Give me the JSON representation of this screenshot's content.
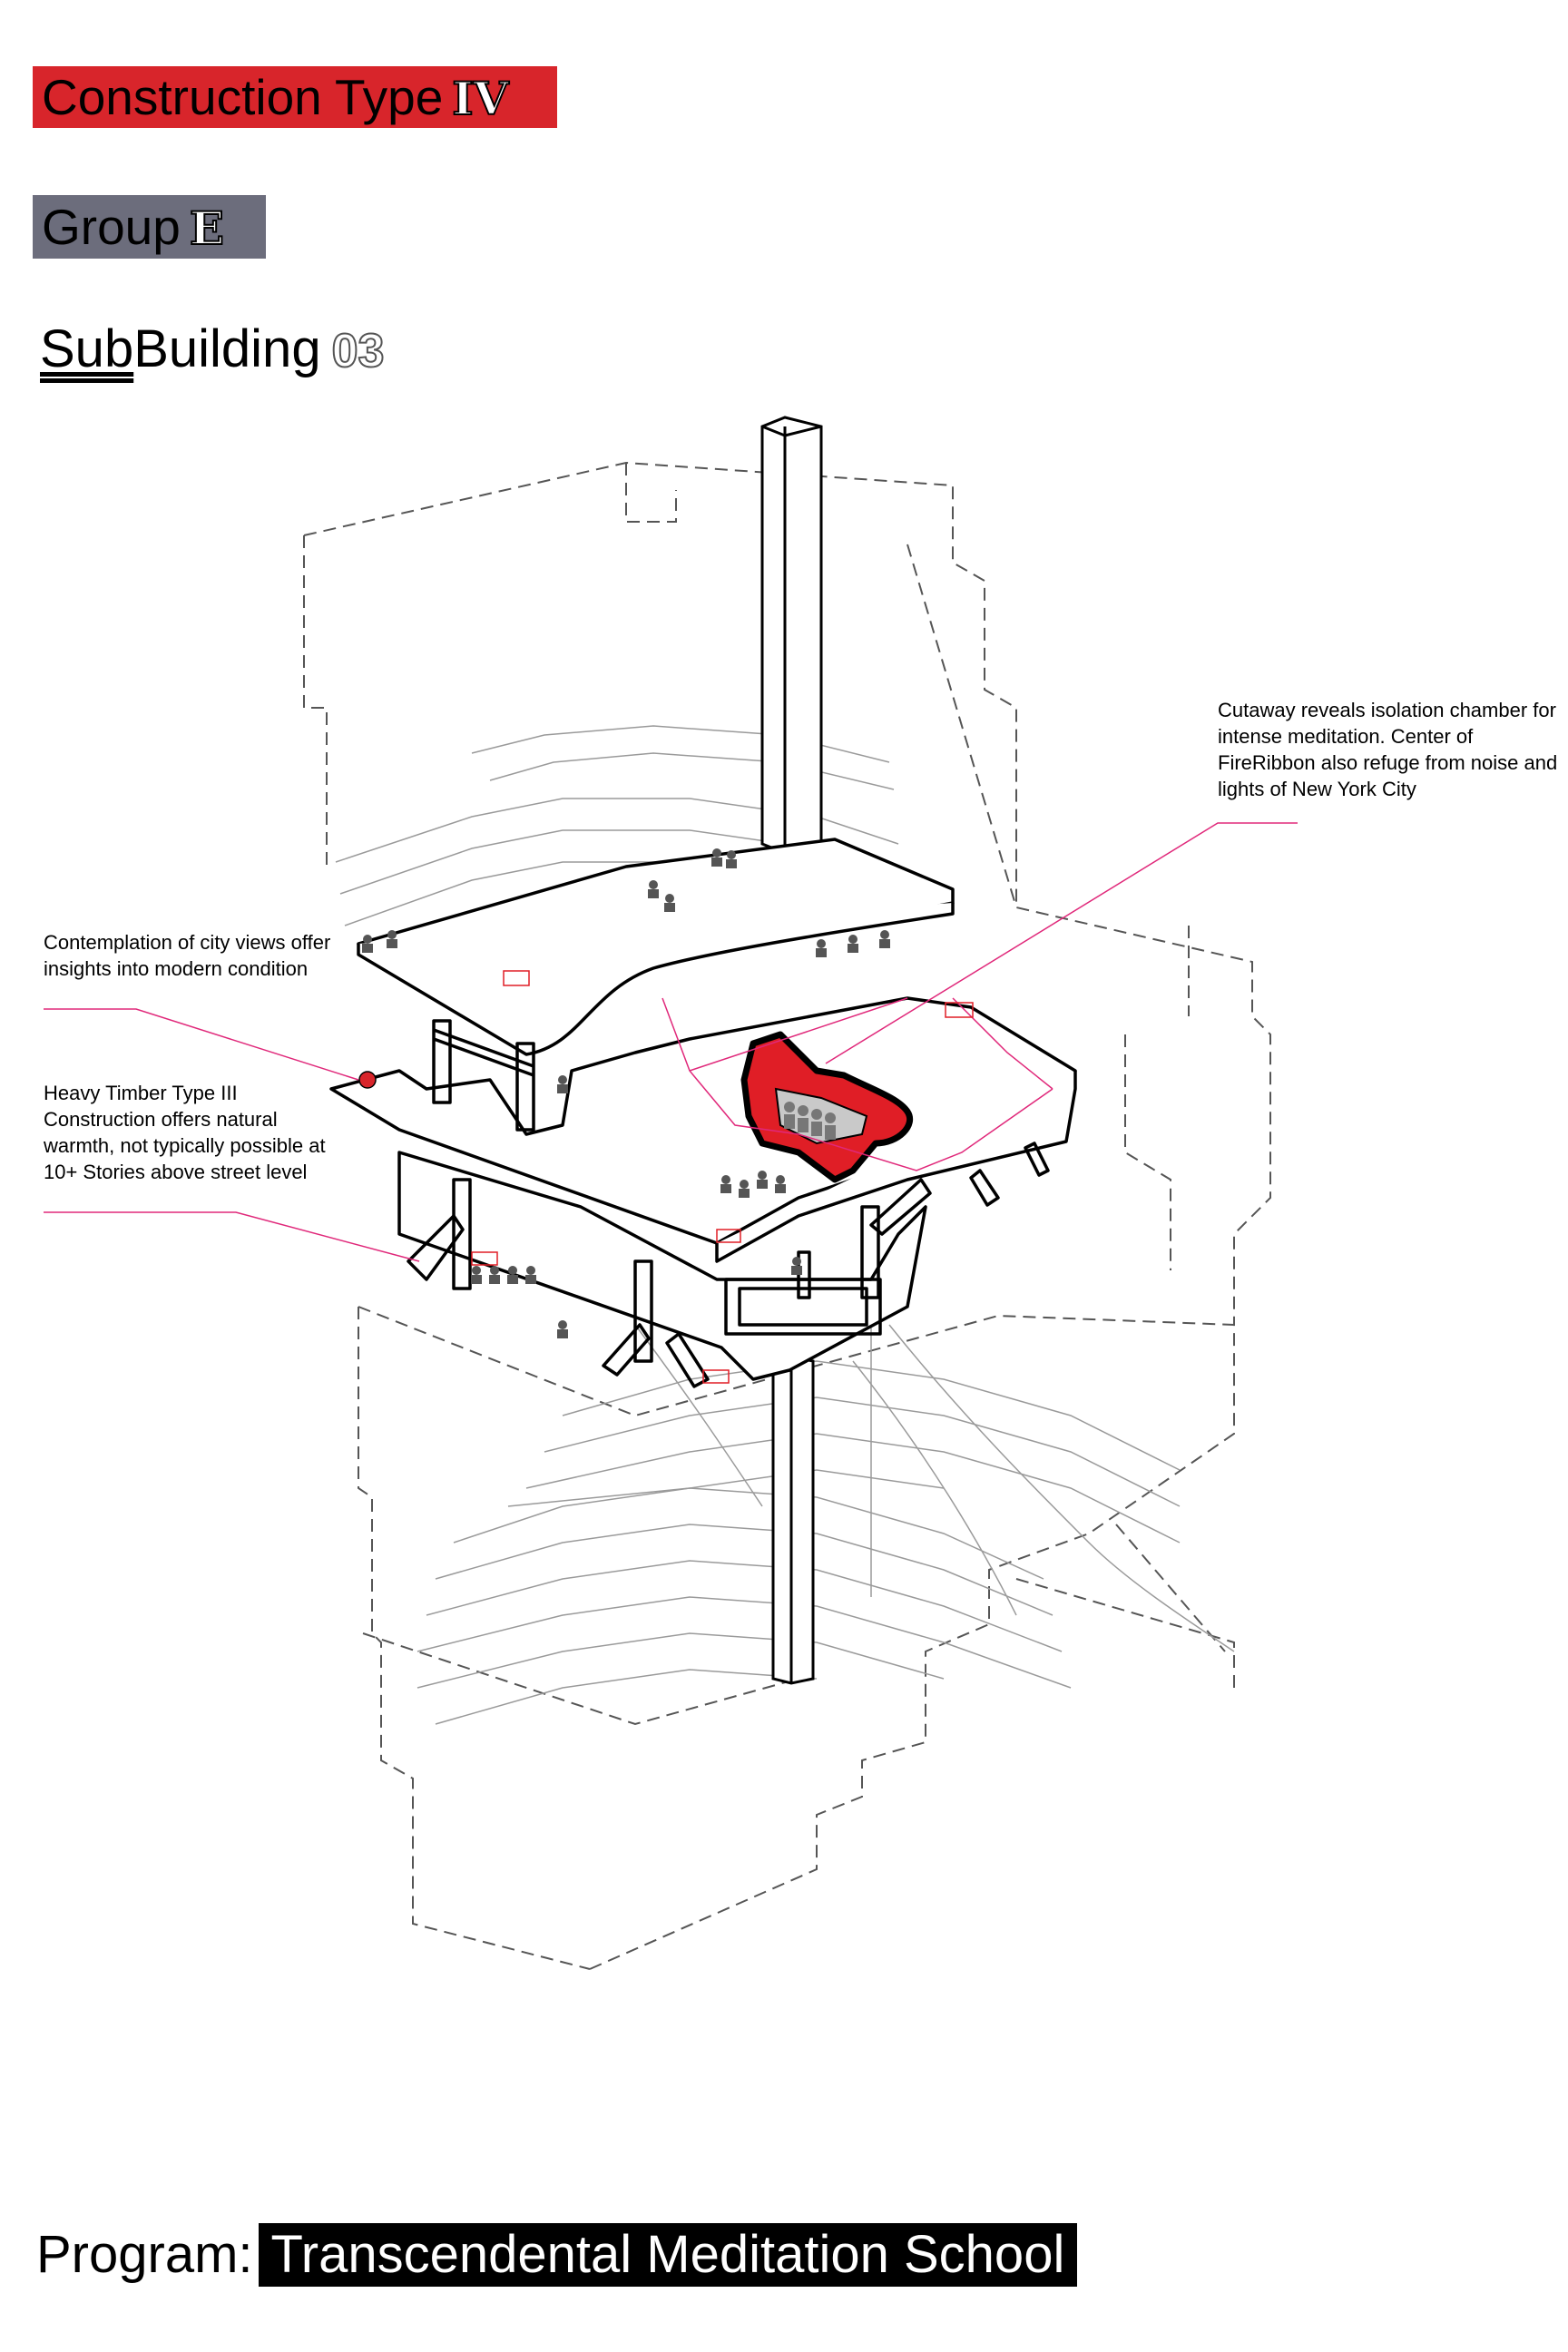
{
  "header": {
    "construction_label": "Construction Type",
    "construction_value": "IV",
    "group_label": "Group",
    "group_value": "E",
    "subbuilding_prefix": "Sub",
    "subbuilding_label": "Building",
    "subbuilding_number": "03"
  },
  "annotations": {
    "city_views": "Contemplation of city views offer insights into modern condition",
    "heavy_timber": "Heavy Timber Type III Construction offers natural warmth, not typically possible at 10+ Stories above street level",
    "cutaway": "Cutaway reveals isolation chamber for intense meditation. Center of FireRibbon also refuge from noise and lights of New York City"
  },
  "program": {
    "label": "Program:",
    "value": "Transcendental Meditation School"
  },
  "colors": {
    "title_red": "#d8252b",
    "group_gray": "#6c6d7c",
    "leader_magenta": "#e0287a",
    "chamber_red": "#e01e26"
  },
  "icons": {
    "diagram": "axonometric-building-drawing"
  }
}
